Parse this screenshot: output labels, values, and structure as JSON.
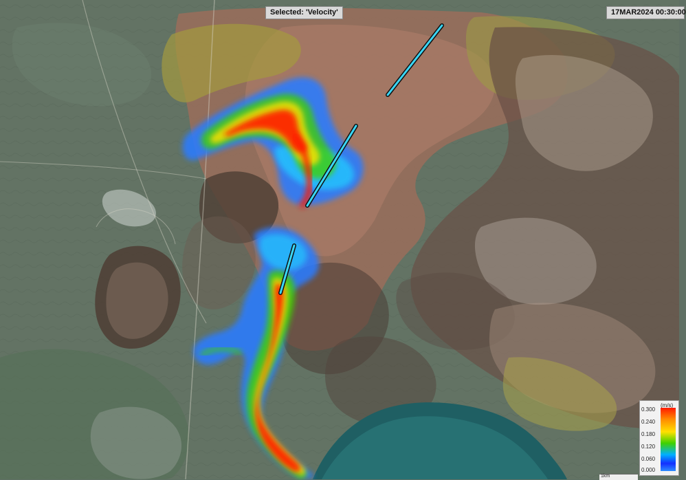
{
  "header": {
    "selected_label": "Selected: 'Velocity'",
    "timestamp": "17MAR2024 00:30:00"
  },
  "legend": {
    "unit": "(m/s)",
    "labels": [
      "0.300",
      "0.240",
      "0.180",
      "0.120",
      "0.060",
      "0.000"
    ],
    "colors": [
      "#ff1a00",
      "#ff8a00",
      "#ffe000",
      "#3fd100",
      "#00b0ff",
      "#1430ff"
    ]
  },
  "scale": {
    "label": "1km"
  },
  "palette": {
    "sea": "#1f5f63",
    "fissure": "#3ad6f5",
    "flow_blue": "#2b7bff",
    "flow_cyan": "#22c9ff",
    "flow_green": "#3fd100",
    "flow_yellow": "#ffe000",
    "flow_red": "#ff1a00"
  }
}
